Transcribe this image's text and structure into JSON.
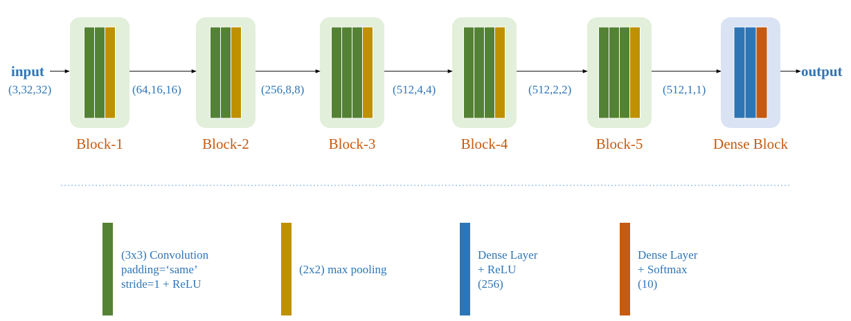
{
  "colors": {
    "conv": "#548235",
    "pool": "#BF9000",
    "dense": "#2E75B6",
    "softmax": "#C55A11",
    "block_bg": "#E2EFDA",
    "dense_block_bg": "#DAE3F3",
    "block_label": "#C55A11",
    "shape_label": "#2E75B6",
    "io_label": "#2E75B6",
    "separator": "#9DC3E6"
  },
  "io": {
    "input": "input",
    "output": "output"
  },
  "blocks": [
    {
      "label": "Block-1",
      "conv_layers": 2
    },
    {
      "label": "Block-2",
      "conv_layers": 2
    },
    {
      "label": "Block-3",
      "conv_layers": 3
    },
    {
      "label": "Block-4",
      "conv_layers": 3
    },
    {
      "label": "Block-5",
      "conv_layers": 3
    }
  ],
  "dense_block": {
    "label": "Dense Block"
  },
  "shapes": [
    "(3,32,32)",
    "(64,16,16)",
    "(256,8,8)",
    "(512,4,4)",
    "(512,2,2)",
    "(512,1,1)"
  ],
  "legend": [
    {
      "key": "conv",
      "lines": [
        "(3x3) Convolution",
        "padding=‘same’",
        "stride=1 + ReLU"
      ]
    },
    {
      "key": "pool",
      "lines": [
        "(2x2) max pooling"
      ]
    },
    {
      "key": "dense",
      "lines": [
        "Dense Layer",
        "+ ReLU",
        "(256)"
      ]
    },
    {
      "key": "softmax",
      "lines": [
        "Dense Layer",
        "+ Softmax",
        "(10)"
      ]
    }
  ]
}
